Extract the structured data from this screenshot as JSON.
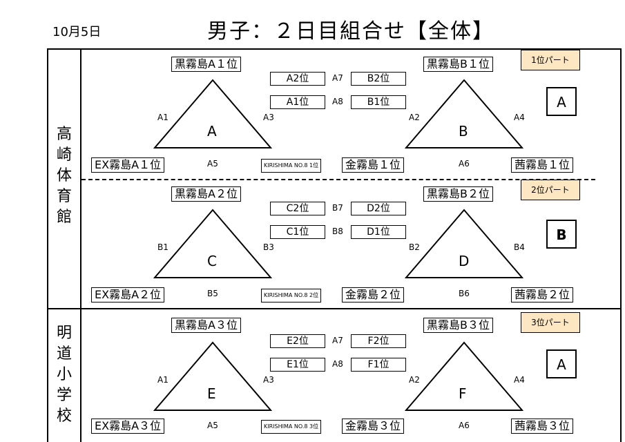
{
  "date": "10月5日",
  "title": "男子：２日目組合せ【全体】",
  "venues": [
    {
      "name": [
        "高",
        "崎",
        "体",
        "育",
        "館"
      ]
    },
    {
      "name": [
        "明",
        "道",
        "小",
        "学",
        "校"
      ]
    }
  ],
  "sections": [
    {
      "part_label": "1位パート",
      "group": "A",
      "left_top": "黒霧島A１位",
      "right_top": "黒霧島B１位",
      "mid": [
        {
          "a": "A2位",
          "code": "A7",
          "b": "B2位"
        },
        {
          "a": "A1位",
          "code": "A8",
          "b": "B1位"
        }
      ],
      "left_tri": "A",
      "right_tri": "B",
      "left_tl": "A1",
      "left_tr": "A3",
      "right_tl": "A2",
      "right_tr": "A4",
      "left_bl": "EX霧島A１位",
      "left_bm": "A5",
      "kiri": "KIRISHIMA NO.8 1位",
      "mid_br": "金霧島１位",
      "right_bm": "A6",
      "right_br": "茜霧島１位"
    },
    {
      "part_label": "2位パート",
      "group": "B",
      "left_top": "黒霧島A２位",
      "right_top": "黒霧島B２位",
      "mid": [
        {
          "a": "C2位",
          "code": "B7",
          "b": "D2位"
        },
        {
          "a": "C1位",
          "code": "B8",
          "b": "D1位"
        }
      ],
      "left_tri": "C",
      "right_tri": "D",
      "left_tl": "B1",
      "left_tr": "B3",
      "right_tl": "B2",
      "right_tr": "B4",
      "left_bl": "EX霧島A２位",
      "left_bm": "B5",
      "kiri": "KIRISHIMA NO.8 2位",
      "mid_br": "金霧島２位",
      "right_bm": "B6",
      "right_br": "茜霧島２位"
    },
    {
      "part_label": "3位パート",
      "group": "A",
      "left_top": "黒霧島A３位",
      "right_top": "黒霧島B３位",
      "mid": [
        {
          "a": "E2位",
          "code": "A7",
          "b": "F2位"
        },
        {
          "a": "E1位",
          "code": "A8",
          "b": "F1位"
        }
      ],
      "left_tri": "E",
      "right_tri": "F",
      "left_tl": "A1",
      "left_tr": "A3",
      "right_tl": "A2",
      "right_tr": "A4",
      "left_bl": "EX霧島A３位",
      "left_bm": "A5",
      "kiri": "KIRISHIMA NO.8 3位",
      "mid_br": "金霧島３位",
      "right_bm": "A6",
      "right_br": "茜霧島３位"
    }
  ]
}
